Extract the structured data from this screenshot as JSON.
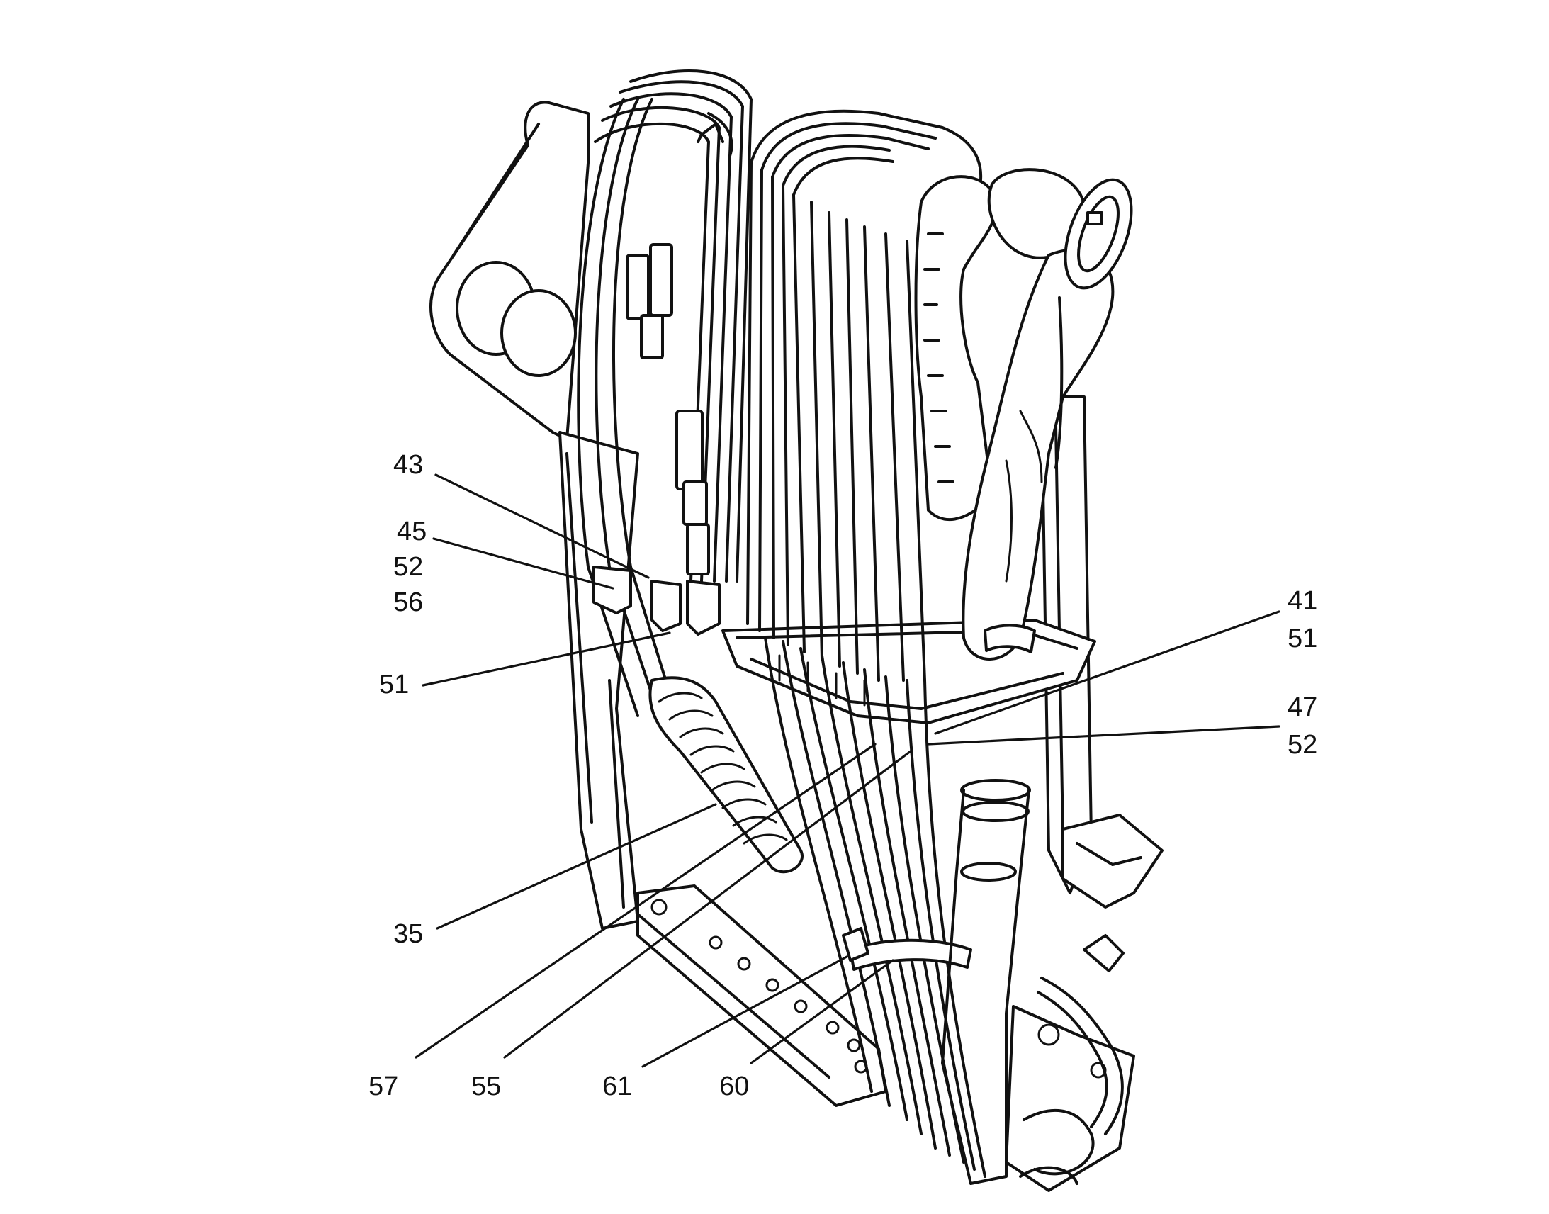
{
  "figure": {
    "callouts": [
      {
        "id": "c43",
        "label": "43"
      },
      {
        "id": "c45",
        "label": "45"
      },
      {
        "id": "c52a",
        "label": "52"
      },
      {
        "id": "c56",
        "label": "56"
      },
      {
        "id": "c51a",
        "label": "51"
      },
      {
        "id": "c41",
        "label": "41"
      },
      {
        "id": "c51b",
        "label": "51"
      },
      {
        "id": "c47",
        "label": "47"
      },
      {
        "id": "c52b",
        "label": "52"
      },
      {
        "id": "c35",
        "label": "35"
      },
      {
        "id": "c57",
        "label": "57"
      },
      {
        "id": "c55",
        "label": "55"
      },
      {
        "id": "c61",
        "label": "61"
      },
      {
        "id": "c60",
        "label": "60"
      }
    ]
  }
}
